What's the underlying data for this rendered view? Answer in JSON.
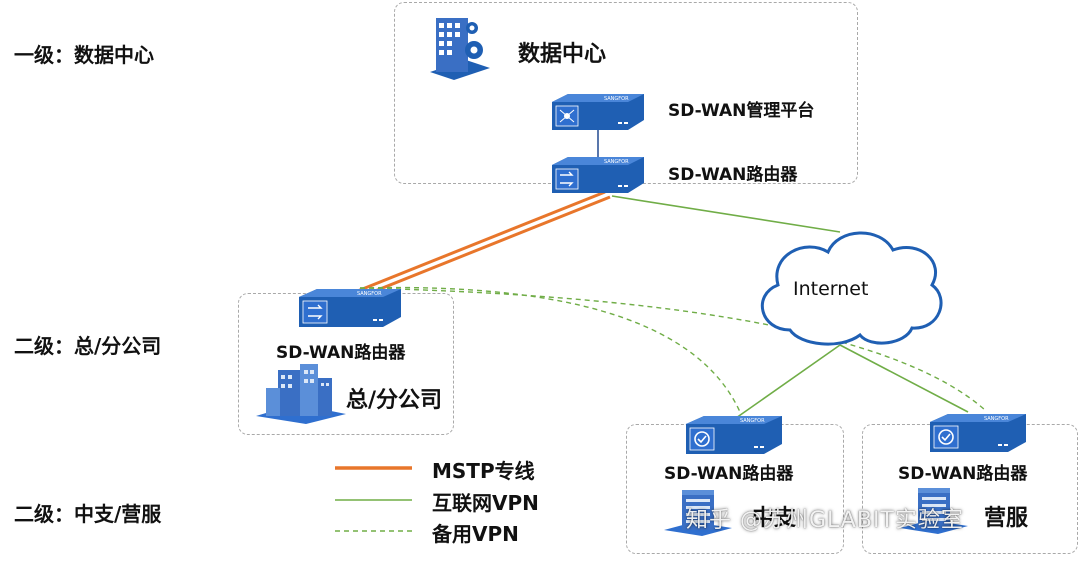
{
  "tiers": {
    "level1": "一级：数据中心",
    "level2_branch": "二级：总/分公司",
    "level2_sub": "二级：中支/营服"
  },
  "datacenter": {
    "title": "数据中心",
    "mgmt_label": "SD-WAN管理平台",
    "router_label": "SD-WAN路由器"
  },
  "hq": {
    "router_label": "SD-WAN路由器",
    "site_label": "总/分公司"
  },
  "branch_left": {
    "router_label": "SD-WAN路由器",
    "site_label": "中支"
  },
  "branch_right": {
    "router_label": "SD-WAN路由器",
    "site_label": "营服"
  },
  "cloud": {
    "label": "Internet"
  },
  "device_brand": "SANGFOR",
  "legend": [
    {
      "label": "MSTP专线",
      "color": "#e8762b"
    },
    {
      "label": "互联网VPN",
      "color": "#70ad47"
    },
    {
      "label": "备用VPN",
      "color": "#70ad47"
    }
  ],
  "watermark": "知乎 @苏州GLABIT实验室",
  "colors": {
    "mstp": "#e8762b",
    "vpn": "#70ad47",
    "device_blue": "#1f5fb3",
    "building_blue": "#3a6fc4"
  }
}
